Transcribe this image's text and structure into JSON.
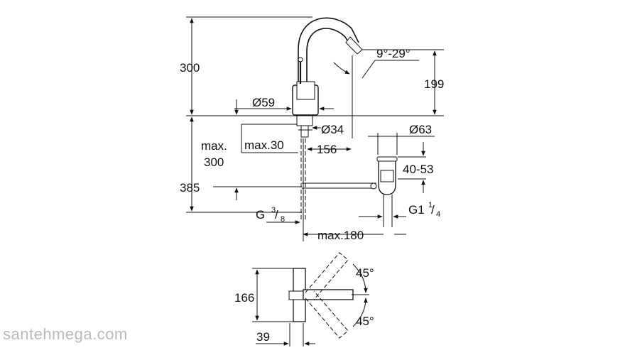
{
  "labels": {
    "height_total": "300",
    "spout_angle": "9°-29°",
    "spout_height": "199",
    "base_diameter": "Ø59",
    "shank_diameter": "Ø34",
    "waste_diameter": "Ø63",
    "max_word": "max.",
    "max_300": "300",
    "max_30": "max.30",
    "reach": "156",
    "waste_height": "40-53",
    "depth_385": "385",
    "connection_g38_main": "G",
    "connection_g38_num": "3",
    "connection_g38_den": "8",
    "connection_g114_main": "G1",
    "connection_g114_num": "1",
    "connection_g114_den": "4",
    "max_180": "max.180",
    "angle_top": "45°",
    "angle_bottom": "45°",
    "width_166": "166",
    "offset_39": "39"
  },
  "watermark": "santehmega.com"
}
